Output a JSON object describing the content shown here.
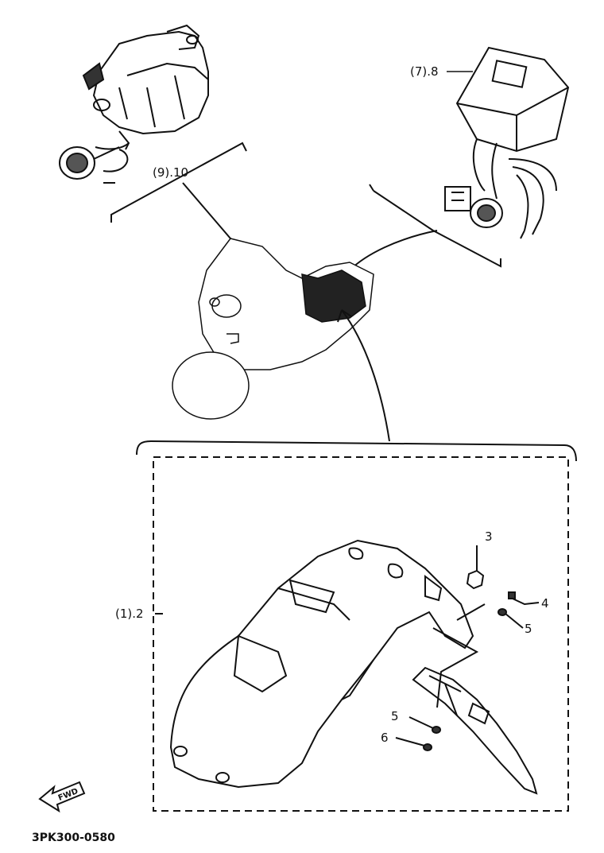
{
  "labels": {
    "part_9_10": "(9).10",
    "part_7_8": "(7).8",
    "part_1_2": "(1).2",
    "part_3": "3",
    "part_4": "4",
    "part_5_upper": "5",
    "part_5_lower": "5",
    "part_6": "6"
  },
  "forward_mark": "FWD",
  "drawing_code": "3PK300-0580",
  "icons": {
    "forward": "forward-arrow-icon"
  },
  "colors": {
    "ink": "#111111",
    "paper": "#ffffff"
  }
}
